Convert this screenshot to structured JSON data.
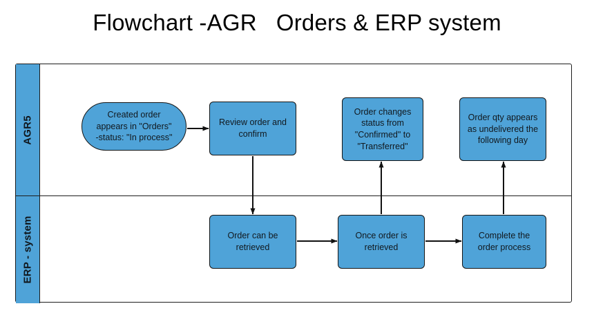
{
  "title": "Flowchart -AGR   Orders & ERP system",
  "colors": {
    "node_fill": "#4FA3D8",
    "node_stroke": "#141414",
    "lane_fill": "#4FA3D8",
    "frame_stroke": "#1c1c1c",
    "connector": "#111111",
    "background": "#ffffff",
    "text": "#11181e"
  },
  "lanes": [
    {
      "id": "agr5",
      "label": "AGR5"
    },
    {
      "id": "erp",
      "label": "ERP - system"
    }
  ],
  "nodes": [
    {
      "id": "created-order",
      "lane": "agr5",
      "shape": "stadium",
      "label": "Created order\nappears in \"Orders\"\n-status: \"In process\""
    },
    {
      "id": "review-order",
      "lane": "agr5",
      "shape": "rounded-rect",
      "label": "Review order and\nconfirm"
    },
    {
      "id": "status-change",
      "lane": "agr5",
      "shape": "rounded-rect",
      "label": "Order changes\nstatus from\n\"Confirmed\" to\n\"Transferred\""
    },
    {
      "id": "order-qty",
      "lane": "agr5",
      "shape": "rounded-rect",
      "label": "Order qty appears\nas undelivered the\nfollowing day"
    },
    {
      "id": "order-retrieved",
      "lane": "erp",
      "shape": "rounded-rect",
      "label": "Order can be\nretrieved"
    },
    {
      "id": "once-retrieved",
      "lane": "erp",
      "shape": "rounded-rect",
      "label": "Once order is\nretrieved"
    },
    {
      "id": "complete-order",
      "lane": "erp",
      "shape": "rounded-rect",
      "label": "Complete the\norder process"
    }
  ],
  "connectors": [
    {
      "id": "created-to-review",
      "from": "created-order",
      "to": "review-order",
      "direction": "right"
    },
    {
      "id": "review-to-retrieved",
      "from": "review-order",
      "to": "order-retrieved",
      "direction": "down"
    },
    {
      "id": "retrieved-to-once",
      "from": "order-retrieved",
      "to": "once-retrieved",
      "direction": "right"
    },
    {
      "id": "once-to-status",
      "from": "once-retrieved",
      "to": "status-change",
      "direction": "up"
    },
    {
      "id": "once-to-complete",
      "from": "once-retrieved",
      "to": "complete-order",
      "direction": "right"
    },
    {
      "id": "complete-to-qty",
      "from": "complete-order",
      "to": "order-qty",
      "direction": "up"
    }
  ]
}
